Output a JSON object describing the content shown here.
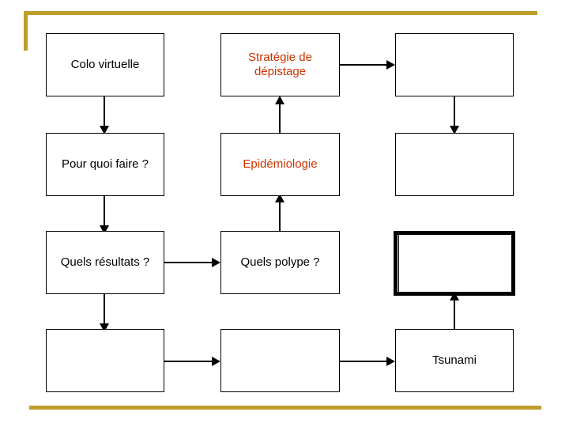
{
  "slide": {
    "background_color": "#ffffff",
    "accent_color": "#bf9d2b",
    "highlight_text_color": "#cc3300",
    "body_text_color": "#000000"
  },
  "decorations": [
    {
      "name": "top-gold-rule",
      "color": "#bf9d2b"
    },
    {
      "name": "top-left-gold-tick",
      "color": "#bf9d2b"
    },
    {
      "name": "bottom-gold-rule",
      "color": "#bf9d2b"
    }
  ],
  "diagram": {
    "type": "flowchart",
    "columns": 3,
    "rows": 4,
    "nodes": [
      {
        "id": "r1c1",
        "label": "Colo virtuelle",
        "color": "#000000",
        "row": 1,
        "col": 1,
        "emphasis": "none"
      },
      {
        "id": "r1c2",
        "label": "Stratégie de dépistage",
        "color": "#cc3300",
        "row": 1,
        "col": 2,
        "emphasis": "none"
      },
      {
        "id": "r1c3",
        "label": "",
        "color": "#000000",
        "row": 1,
        "col": 3,
        "emphasis": "none"
      },
      {
        "id": "r2c1",
        "label": "Pour quoi faire ?",
        "color": "#000000",
        "row": 2,
        "col": 1,
        "emphasis": "none"
      },
      {
        "id": "r2c2",
        "label": "Epidémiologie",
        "color": "#cc3300",
        "row": 2,
        "col": 2,
        "emphasis": "none"
      },
      {
        "id": "r2c3",
        "label": "",
        "color": "#000000",
        "row": 2,
        "col": 3,
        "emphasis": "none"
      },
      {
        "id": "r3c1",
        "label": "Quels résultats ?",
        "color": "#000000",
        "row": 3,
        "col": 1,
        "emphasis": "none"
      },
      {
        "id": "r3c2",
        "label": "Quels polype ?",
        "color": "#000000",
        "row": 3,
        "col": 2,
        "emphasis": "none"
      },
      {
        "id": "r3c3",
        "label": "",
        "color": "#000000",
        "row": 3,
        "col": 3,
        "emphasis": "thick-border"
      },
      {
        "id": "r4c1",
        "label": "",
        "color": "#000000",
        "row": 4,
        "col": 1,
        "emphasis": "none"
      },
      {
        "id": "r4c2",
        "label": "",
        "color": "#000000",
        "row": 4,
        "col": 2,
        "emphasis": "none"
      },
      {
        "id": "r4c3",
        "label": "Tsunami",
        "color": "#000000",
        "row": 4,
        "col": 3,
        "emphasis": "none"
      }
    ],
    "connectors": [
      {
        "name": "colo-virtuelle-to-pour-quoi-faire",
        "from": "r1c1",
        "to": "r2c1",
        "direction": "down"
      },
      {
        "name": "pour-quoi-faire-to-quels-resultats",
        "from": "r2c1",
        "to": "r3c1",
        "direction": "down"
      },
      {
        "name": "quels-resultats-to-bottom-left",
        "from": "r3c1",
        "to": "r4c1",
        "direction": "down"
      },
      {
        "name": "quels-resultats-to-quels-polype",
        "from": "r3c1",
        "to": "r3c2",
        "direction": "right"
      },
      {
        "name": "quels-polype-to-epidemiologie",
        "from": "r3c2",
        "to": "r2c2",
        "direction": "up"
      },
      {
        "name": "epidemiologie-to-strategie",
        "from": "r2c2",
        "to": "r1c2",
        "direction": "up"
      },
      {
        "name": "strategie-to-top-right",
        "from": "r1c2",
        "to": "r1c3",
        "direction": "right"
      },
      {
        "name": "top-right-to-middle-right",
        "from": "r1c3",
        "to": "r2c3",
        "direction": "down"
      },
      {
        "name": "bottom-left-to-bottom-middle",
        "from": "r4c1",
        "to": "r4c2",
        "direction": "right"
      },
      {
        "name": "bottom-middle-to-tsunami",
        "from": "r4c2",
        "to": "r4c3",
        "direction": "right"
      },
      {
        "name": "tsunami-to-thick-box",
        "from": "r4c3",
        "to": "r3c3",
        "direction": "up"
      }
    ]
  }
}
